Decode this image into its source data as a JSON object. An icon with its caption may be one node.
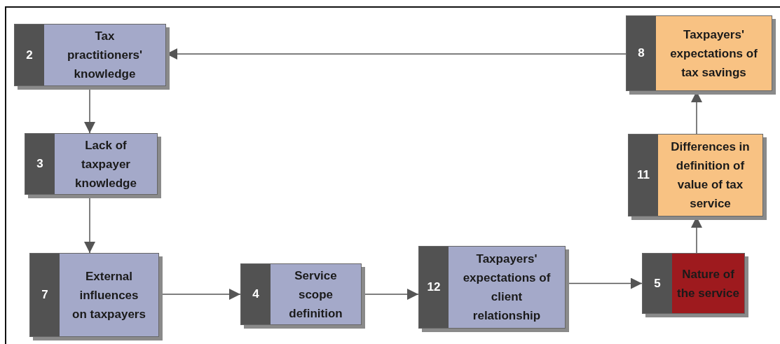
{
  "diagram": {
    "nodes": [
      {
        "text": [
          "2",
          "Tax practitioners' knowledge"
        ]
      },
      {
        "text": [
          "3",
          "Lack of taxpayer knowledge"
        ]
      },
      {
        "text": [
          "7",
          "External influences on taxpayers"
        ]
      },
      {
        "text": [
          "4",
          "Service scope definition"
        ]
      },
      {
        "text": [
          "12",
          "Taxpayers' expectations of client relationship"
        ]
      },
      {
        "text": [
          "5",
          "Nature of the service"
        ]
      },
      {
        "text": [
          "11",
          "Differences in definition of value of tax service"
        ]
      },
      {
        "text": [
          "8",
          "Taxpayers' expectations of tax savings"
        ]
      }
    ],
    "edges": [
      {
        "from": 7,
        "to": 0,
        "arrow": "to"
      },
      {
        "from": 0,
        "to": 1,
        "arrow": "to"
      },
      {
        "from": 1,
        "to": 2,
        "arrow": "to"
      },
      {
        "from": 2,
        "to": 3,
        "arrow": "to"
      },
      {
        "from": 3,
        "to": 4,
        "arrow": "to"
      },
      {
        "from": 4,
        "to": 5,
        "arrow": "to"
      },
      {
        "from": 5,
        "to": 6,
        "arrow": "to"
      },
      {
        "from": 6,
        "to": 7,
        "arrow": "to"
      }
    ]
  }
}
